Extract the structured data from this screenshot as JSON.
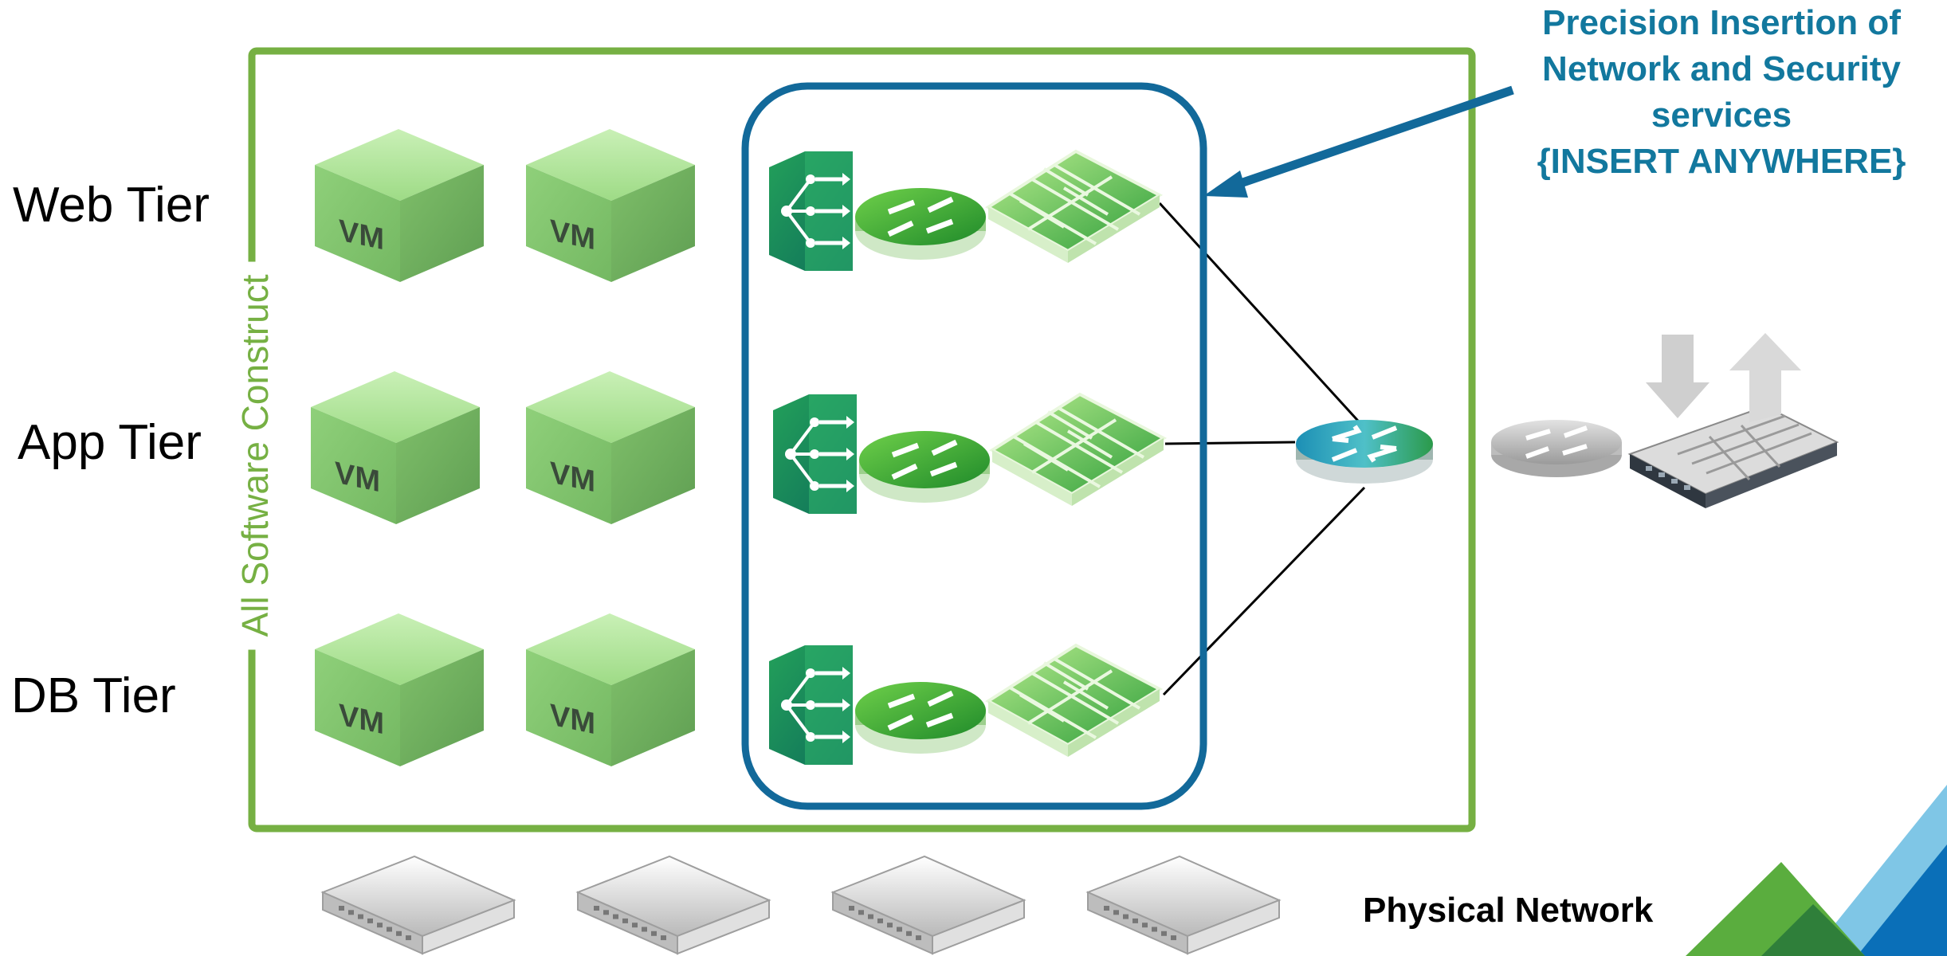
{
  "tiers": [
    {
      "label": "Web Tier"
    },
    {
      "label": "App Tier"
    },
    {
      "label": "DB Tier"
    }
  ],
  "vm_label": "VM",
  "software_construct_label": "All Software Construct",
  "callout": {
    "lines": [
      "Precision Insertion of",
      "Network and Security",
      "services",
      "{INSERT ANYWHERE}"
    ]
  },
  "physical_network_label": "Physical Network",
  "colors": {
    "construct_border": "#76b043",
    "service_box_border": "#12699a",
    "callout_text": "#12789e",
    "vm_green": "#8fd07a",
    "corner_green": "#5aad3e",
    "corner_light_blue": "#7fc6e6",
    "corner_blue": "#0a6fb8"
  },
  "icons": [
    "vm-cube-icon",
    "load-balancer-icon",
    "router-icon",
    "firewall-icon",
    "physical-router-icon",
    "physical-firewall-icon",
    "physical-switch-icon"
  ]
}
